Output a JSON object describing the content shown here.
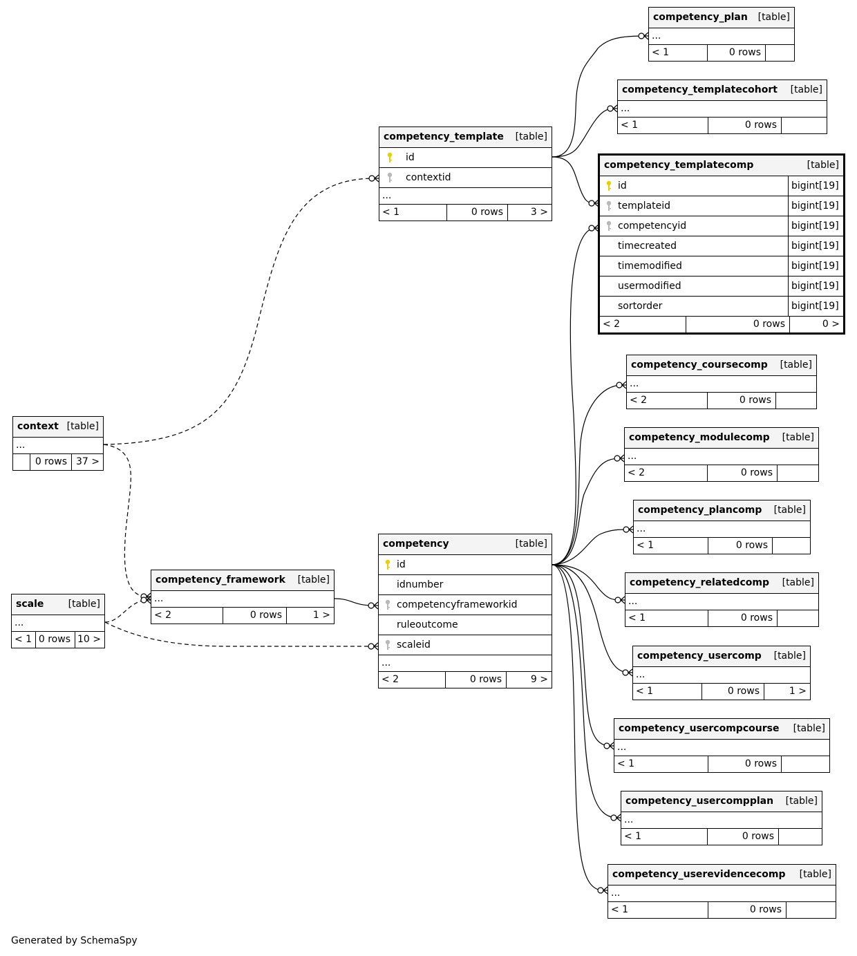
{
  "footer_text": "Generated by SchemaSpy",
  "colors": {
    "primary_key": "#e8d000",
    "foreign_key": "#b8b8b8",
    "header_bg": "#f4f4f4"
  },
  "tables": {
    "competency_plan": {
      "name": "competency_plan",
      "type": "[table]",
      "more": "...",
      "footer": [
        "< 1",
        "0 rows",
        ""
      ]
    },
    "competency_templatecohort": {
      "name": "competency_templatecohort",
      "type": "[table]",
      "more": "...",
      "footer": [
        "< 1",
        "0 rows",
        ""
      ]
    },
    "competency_template": {
      "name": "competency_template",
      "type": "[table]",
      "columns": [
        {
          "name": "id",
          "key": "primary-key-icon"
        },
        {
          "name": "contextid",
          "key": "foreign-key-icon"
        }
      ],
      "more": "...",
      "footer": [
        "< 1",
        "0 rows",
        "3 >"
      ]
    },
    "competency_templatecomp": {
      "name": "competency_templatecomp",
      "type": "[table]",
      "columns": [
        {
          "name": "id",
          "datatype": "bigint[19]",
          "key": "primary-key-icon"
        },
        {
          "name": "templateid",
          "datatype": "bigint[19]",
          "key": "foreign-key-icon"
        },
        {
          "name": "competencyid",
          "datatype": "bigint[19]",
          "key": "foreign-key-icon"
        },
        {
          "name": "timecreated",
          "datatype": "bigint[19]"
        },
        {
          "name": "timemodified",
          "datatype": "bigint[19]"
        },
        {
          "name": "usermodified",
          "datatype": "bigint[19]"
        },
        {
          "name": "sortorder",
          "datatype": "bigint[19]"
        }
      ],
      "footer": [
        "< 2",
        "0 rows",
        "0 >"
      ]
    },
    "competency_coursecomp": {
      "name": "competency_coursecomp",
      "type": "[table]",
      "more": "...",
      "footer": [
        "< 2",
        "0 rows",
        ""
      ]
    },
    "competency_modulecomp": {
      "name": "competency_modulecomp",
      "type": "[table]",
      "more": "...",
      "footer": [
        "< 2",
        "0 rows",
        ""
      ]
    },
    "competency_plancomp": {
      "name": "competency_plancomp",
      "type": "[table]",
      "more": "...",
      "footer": [
        "< 1",
        "0 rows",
        ""
      ]
    },
    "competency_relatedcomp": {
      "name": "competency_relatedcomp",
      "type": "[table]",
      "more": "...",
      "footer": [
        "< 1",
        "0 rows",
        ""
      ]
    },
    "competency_usercomp": {
      "name": "competency_usercomp",
      "type": "[table]",
      "more": "...",
      "footer": [
        "< 1",
        "0 rows",
        "1 >"
      ]
    },
    "competency_usercompcourse": {
      "name": "competency_usercompcourse",
      "type": "[table]",
      "more": "...",
      "footer": [
        "< 1",
        "0 rows",
        ""
      ]
    },
    "competency_usercompplan": {
      "name": "competency_usercompplan",
      "type": "[table]",
      "more": "...",
      "footer": [
        "< 1",
        "0 rows",
        ""
      ]
    },
    "competency_userevidencecomp": {
      "name": "competency_userevidencecomp",
      "type": "[table]",
      "more": "...",
      "footer": [
        "< 1",
        "0 rows",
        ""
      ]
    },
    "context": {
      "name": "context",
      "type": "[table]",
      "more": "...",
      "footer": [
        "",
        "0 rows",
        "37 >"
      ]
    },
    "competency_framework": {
      "name": "competency_framework",
      "type": "[table]",
      "more": "...",
      "footer": [
        "< 2",
        "0 rows",
        "1 >"
      ]
    },
    "scale": {
      "name": "scale",
      "type": "[table]",
      "more": "...",
      "footer": [
        "< 1",
        "0 rows",
        "10 >"
      ]
    },
    "competency": {
      "name": "competency",
      "type": "[table]",
      "columns": [
        {
          "name": "id",
          "key": "primary-key-icon"
        },
        {
          "name": "idnumber"
        },
        {
          "name": "competencyframeworkid",
          "key": "foreign-key-icon"
        },
        {
          "name": "ruleoutcome"
        },
        {
          "name": "scaleid",
          "key": "foreign-key-icon"
        }
      ],
      "more": "...",
      "footer": [
        "< 2",
        "0 rows",
        "9 >"
      ]
    }
  }
}
